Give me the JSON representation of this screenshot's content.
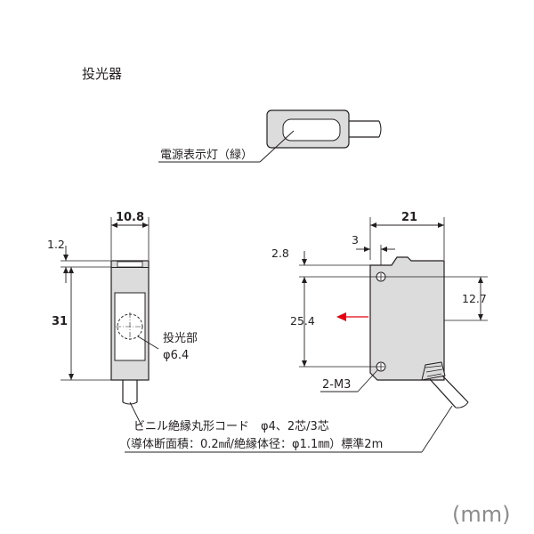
{
  "title": "投光器",
  "callout_indicator": "電源表示灯（緑）",
  "front_view": {
    "width_dim": "10.8",
    "top_offset_dim": "1.2",
    "height_dim": "31",
    "emitter_label": "投光部",
    "emitter_dia": "φ6.4"
  },
  "side_view": {
    "width_dim": "21",
    "hole_offset_dim": "3",
    "top_offset_dim": "2.8",
    "pitch_half_dim": "12.7",
    "pitch_dim": "25.4",
    "screw_label": "2-M3"
  },
  "cable_note_line1": "ビニル絶縁丸形コード　φ4、2芯/3芯",
  "cable_note_line2": "（導体断面積：0.2㎟/絶縁体径：φ1.1㎜）標準2m",
  "unit_label": "(mm)",
  "colors": {
    "ink": "#231f20",
    "body_fill": "#dcdcdc",
    "arrow": "#e60012",
    "unit": "#8c8c8c"
  }
}
